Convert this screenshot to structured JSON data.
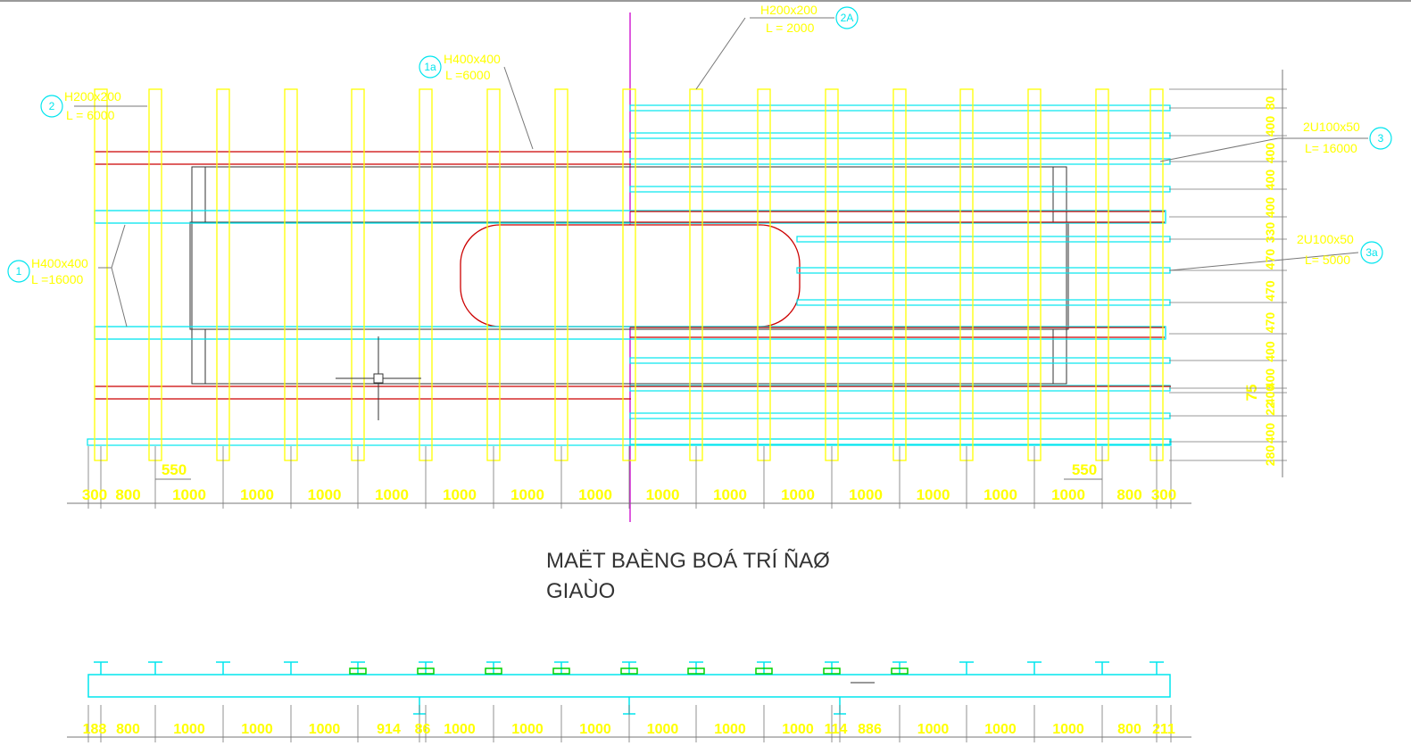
{
  "colors": {
    "background": "#ffffff",
    "yellow": "#ffff00",
    "cyan": "#00e5ee",
    "red": "#cc0000",
    "magenta": "#cc00cc",
    "green": "#00d200",
    "dark": "#333333",
    "dim": "#777777"
  },
  "title": {
    "line1": "MAËT BAÈNG BOÁ TRÍ ÑAØ",
    "line2": "GIAÙO"
  },
  "callouts": {
    "c1": {
      "tag": "1",
      "section": "H400x400",
      "length": "L =16000"
    },
    "c1a": {
      "tag": "1a",
      "section": "H400x400",
      "length": "L =6000"
    },
    "c2": {
      "tag": "2",
      "section": "H200x200",
      "length": "L = 6000"
    },
    "c2a": {
      "tag": "2A",
      "section": "H200x200",
      "length": "L = 2000"
    },
    "c3": {
      "tag": "3",
      "section": "2U100x50",
      "length": "L= 16000"
    },
    "c3a": {
      "tag": "3a",
      "section": "2U100x50",
      "length": "L= 5000"
    }
  },
  "plan_bottom_dims": [
    "300",
    "800",
    "1000",
    "1000",
    "1000",
    "1000",
    "1000",
    "1000",
    "1000",
    "1000",
    "1000",
    "1000",
    "1000",
    "1000",
    "1000",
    "1000",
    "800",
    "300"
  ],
  "dim_550_left": "550",
  "dim_550_right": "550",
  "right_dims": [
    "80",
    "400",
    "400",
    "400",
    "400",
    "330",
    "470",
    "470",
    "470",
    "400",
    "400",
    "400",
    "22",
    "400",
    "280"
  ],
  "dim_75": "75",
  "section_dims": [
    "188",
    "800",
    "1000",
    "1000",
    "1000",
    "914",
    "86",
    "1000",
    "1000",
    "1000",
    "1000",
    "1000",
    "1000",
    "114",
    "886",
    "1000",
    "1000",
    "1000",
    "800",
    "211"
  ]
}
